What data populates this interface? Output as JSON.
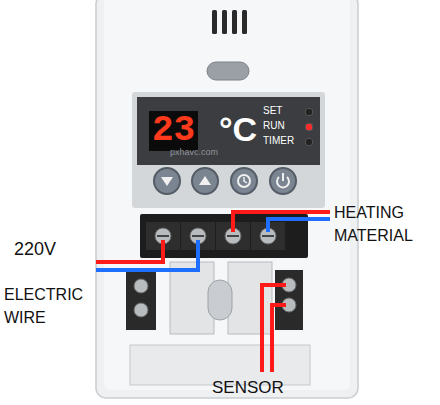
{
  "diagram": {
    "nodes": [
      {
        "text": [
          "23",
          "°C",
          "SET",
          "RUN",
          "TIMER"
        ]
      }
    ],
    "labels": [
      "HEATING MATERIAL",
      "220V",
      "ELECTRIC WIRE",
      "SENSOR",
      "pxhavc.com"
    ]
  }
}
